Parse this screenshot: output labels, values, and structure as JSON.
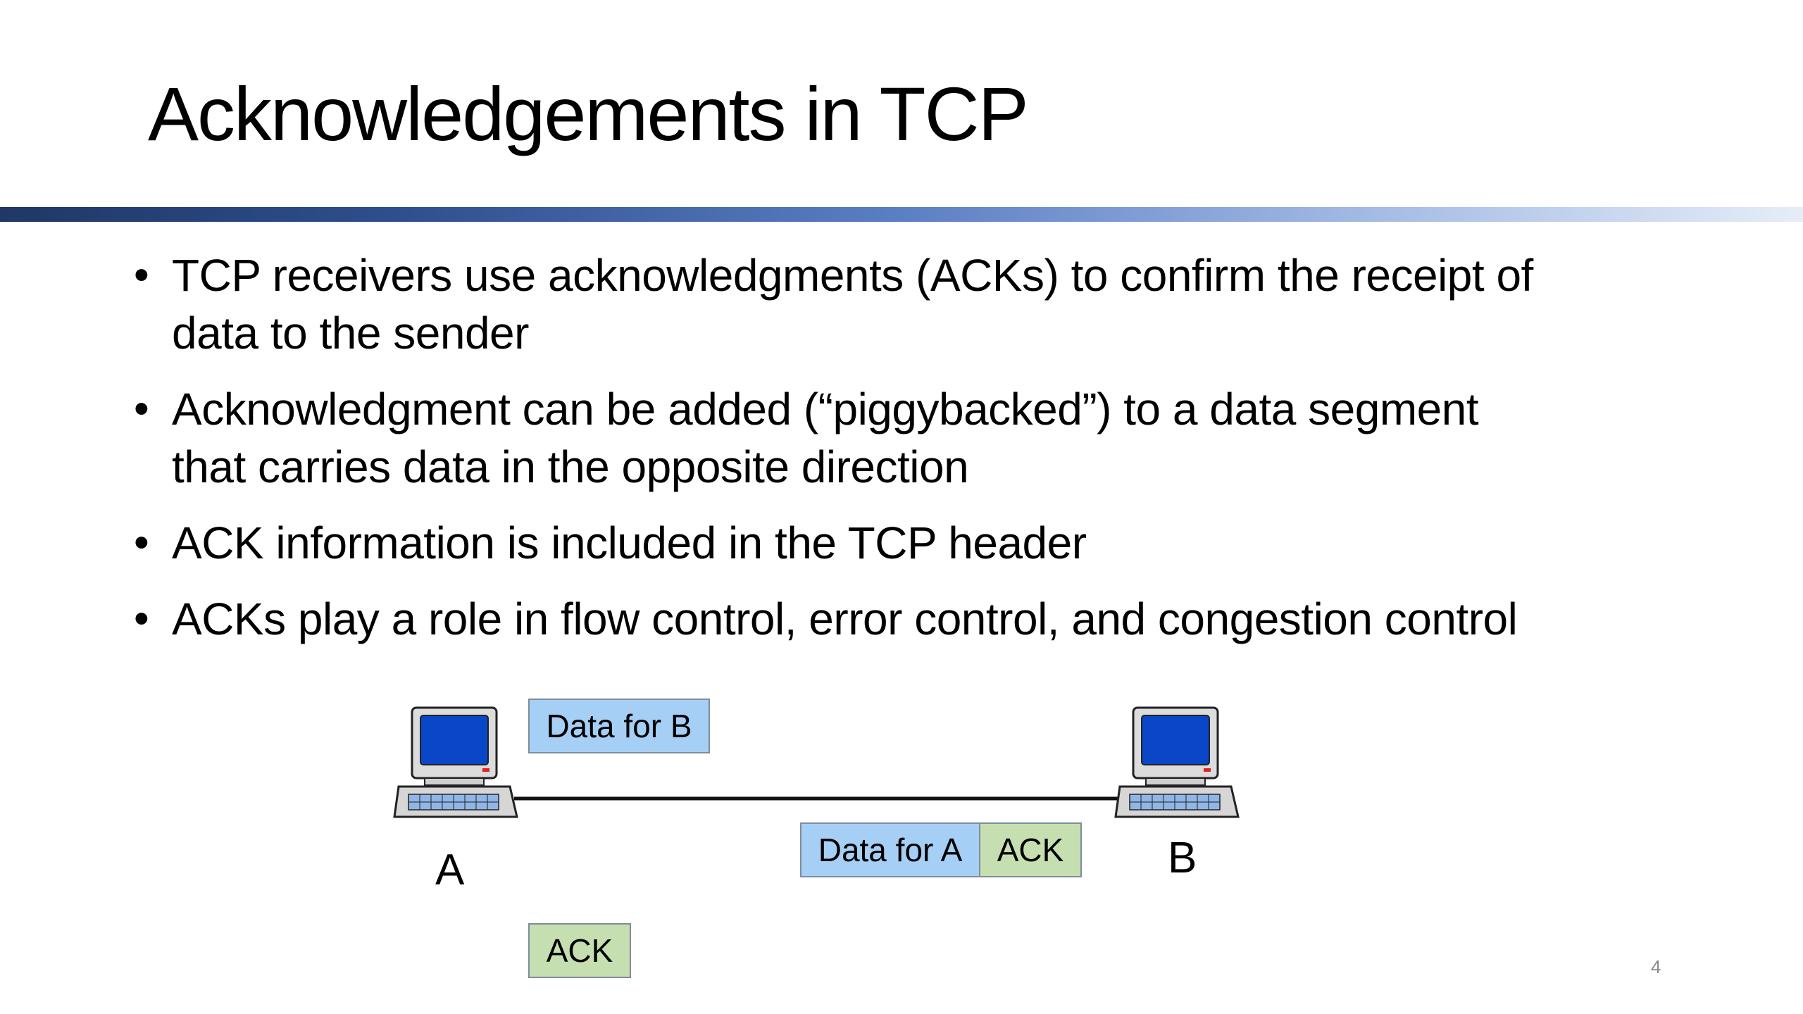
{
  "slide": {
    "title": "Acknowledgements in TCP",
    "bullet_glyph": "•",
    "bullets": [
      [
        "TCP receivers use acknowledgments (ACKs) to confirm the receipt of",
        "data to the sender"
      ],
      [
        "Acknowledgment can be added (“piggybacked”) to a data segment",
        "that carries data in the opposite direction"
      ],
      [
        "ACK information is included in the TCP header"
      ],
      [
        "ACKs play a role in flow control, error control, and congestion control"
      ]
    ],
    "page_number": "4"
  },
  "diagram": {
    "host_a_label": "A",
    "host_b_label": "B",
    "packets": {
      "data_for_b": "Data for B",
      "data_for_a": "Data for A",
      "piggyback_ack": "ACK",
      "standalone_ack": "ACK"
    },
    "colors": {
      "data_packet": "#a6cff5",
      "ack_packet": "#c6dfb0",
      "screen": "#0a47c8"
    }
  }
}
